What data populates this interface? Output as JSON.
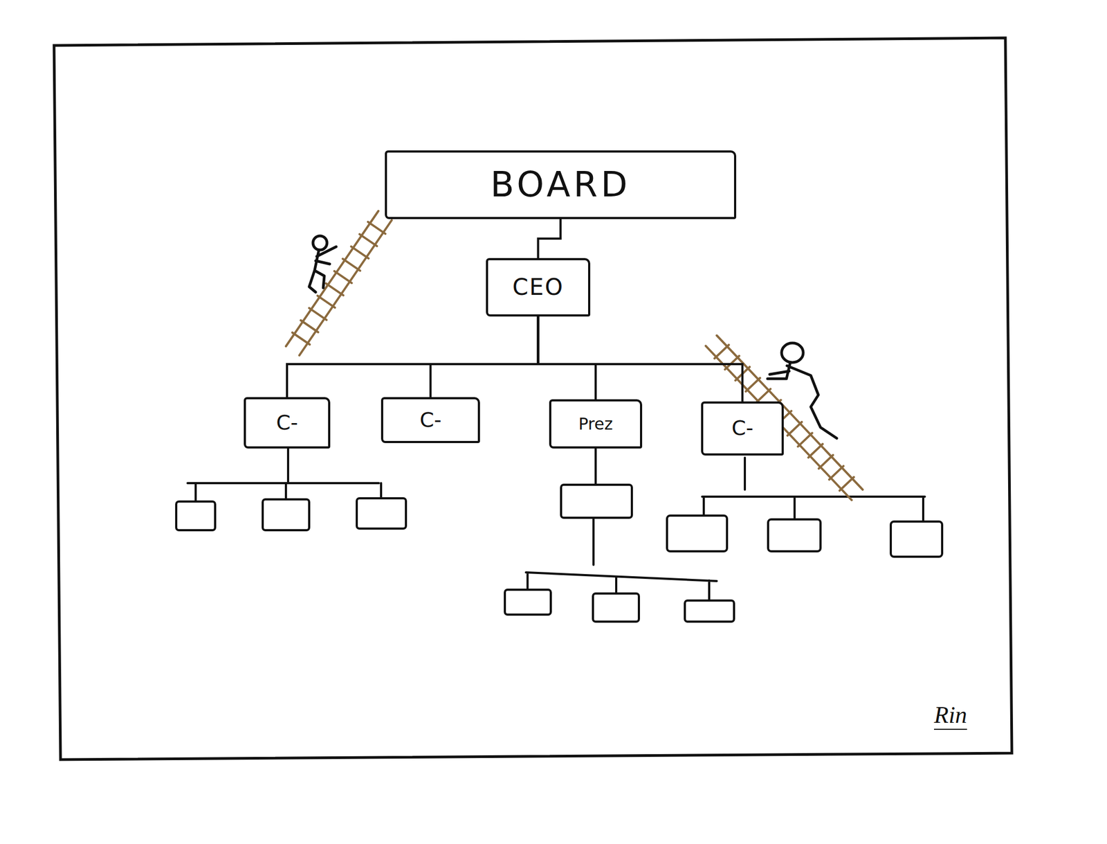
{
  "diagram": {
    "nodes": [
      {
        "text": [
          "BOARD"
        ]
      },
      {
        "text": [
          "CEO"
        ]
      },
      {
        "text": [
          "C-"
        ]
      },
      {
        "text": [
          "C-"
        ]
      },
      {
        "text": [
          "Prez"
        ]
      },
      {
        "text": [
          "C-"
        ]
      }
    ],
    "edges": [
      {
        "from": 0,
        "to": 1,
        "arrow": "none"
      },
      {
        "from": 1,
        "to": 2,
        "arrow": "none"
      },
      {
        "from": 1,
        "to": 3,
        "arrow": "none"
      },
      {
        "from": 1,
        "to": 4,
        "arrow": "none"
      },
      {
        "from": 1,
        "to": 5,
        "arrow": "none"
      }
    ],
    "labels": [
      "Rin"
    ]
  }
}
